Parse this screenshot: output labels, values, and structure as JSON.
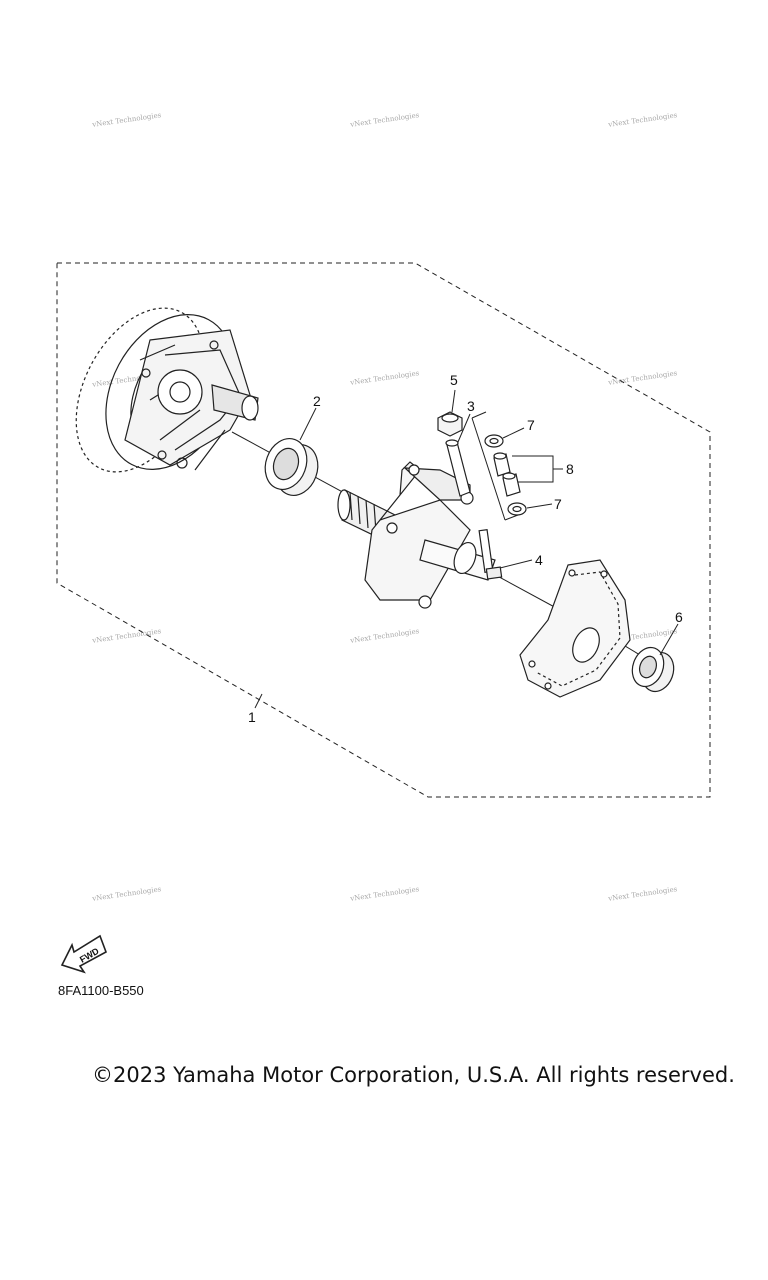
{
  "watermark_text": "vNext Technologies",
  "callouts": {
    "c1": "1",
    "c2": "2",
    "c3": "3",
    "c4": "4",
    "c5": "5",
    "c6": "6",
    "c7a": "7",
    "c7b": "7",
    "c8": "8"
  },
  "fwd_label": "FWD",
  "diagram_code": "8FA1100-B550",
  "copyright": "©2023 Yamaha Motor Corporation, U.S.A. All rights reserved."
}
